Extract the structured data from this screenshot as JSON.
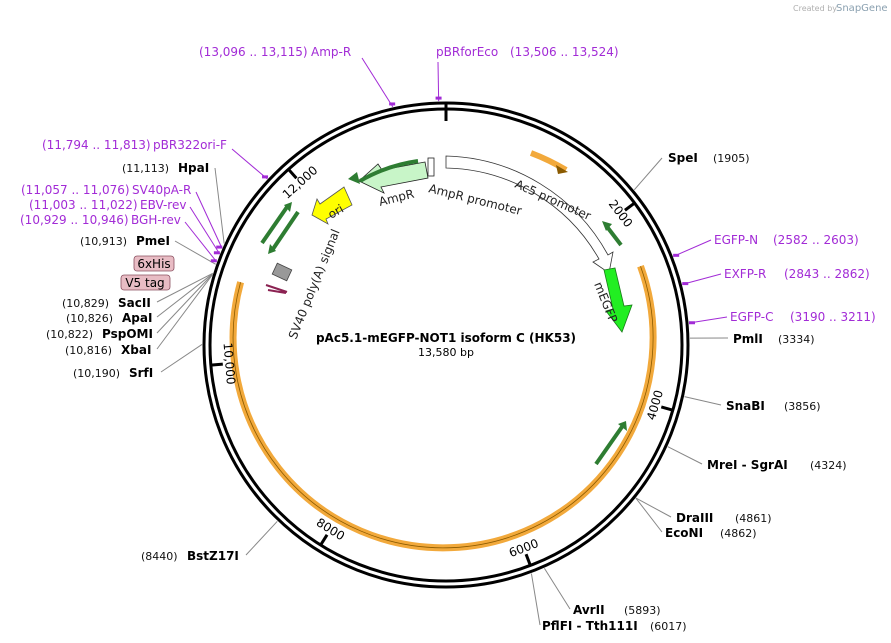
{
  "credit": {
    "prefix": "Created by",
    "brand": "SnapGene"
  },
  "plasmid": {
    "name": "pAc5.1-mEGFP-NOT1 isoform C (HK53)",
    "size_label": "13,580 bp",
    "length": 13580
  },
  "ticks": [
    {
      "pos": 2000,
      "label": "2000"
    },
    {
      "pos": 4000,
      "label": "4000"
    },
    {
      "pos": 6000,
      "label": "6000"
    },
    {
      "pos": 8000,
      "label": "8000"
    },
    {
      "pos": 10000,
      "label": "10,000"
    },
    {
      "pos": 12000,
      "label": "12,000"
    }
  ],
  "sites": [
    {
      "id": "spei",
      "name": "SpeI",
      "pos_label": "(1905)",
      "pos": 1905
    },
    {
      "id": "pmli",
      "name": "PmlI",
      "pos_label": "(3334)",
      "pos": 3334
    },
    {
      "id": "snabi",
      "name": "SnaBI",
      "pos_label": "(3856)",
      "pos": 3856
    },
    {
      "id": "mrei-sgrai",
      "name": "MreI  - SgrAI",
      "pos_label": "(4324)",
      "pos": 4324
    },
    {
      "id": "draiii",
      "name": "DraIII",
      "pos_label": "(4861)",
      "pos": 4861
    },
    {
      "id": "econi",
      "name": "EcoNI",
      "pos_label": "(4862)",
      "pos": 4862
    },
    {
      "id": "avrii",
      "name": "AvrII",
      "pos_label": "(5893)",
      "pos": 5893
    },
    {
      "id": "pflfi-tth111i",
      "name": "PflFI  - Tth111I",
      "pos_label": "(6017)",
      "pos": 6017
    },
    {
      "id": "bstz17i",
      "name": "BstZ17I",
      "pos_label": "(8440)",
      "pos": 8440
    },
    {
      "id": "srfi",
      "name": "SrfI",
      "pos_label": "(10,190)",
      "pos": 10190
    },
    {
      "id": "xbai",
      "name": "XbaI",
      "pos_label": "(10,816)",
      "pos": 10816
    },
    {
      "id": "pspomi",
      "name": "PspOMI",
      "pos_label": "(10,822)",
      "pos": 10822
    },
    {
      "id": "apai",
      "name": "ApaI",
      "pos_label": "(10,826)",
      "pos": 10826
    },
    {
      "id": "sacii",
      "name": "SacII",
      "pos_label": "(10,829)",
      "pos": 10829
    },
    {
      "id": "pmei",
      "name": "PmeI",
      "pos_label": "(10,913)",
      "pos": 10913
    },
    {
      "id": "hpai",
      "name": "HpaI",
      "pos_label": "(11,113)",
      "pos": 11113
    }
  ],
  "primers": [
    {
      "id": "amp-r",
      "name": "Amp-R",
      "range_label": "(13,096 .. 13,115)",
      "pos": 13105
    },
    {
      "id": "pbrforeco",
      "name": "pBRforEco",
      "range_label": "(13,506 .. 13,524)",
      "pos": 13515
    },
    {
      "id": "pbr322ori-f",
      "name": "pBR322ori-F",
      "range_label": "(11,794 .. 11,813)",
      "pos": 11803
    },
    {
      "id": "sv40pa-r",
      "name": "SV40pA-R",
      "range_label": "(11,057 .. 11,076)",
      "pos": 11066
    },
    {
      "id": "ebv-rev",
      "name": "EBV-rev",
      "range_label": "(11,003 .. 11,022)",
      "pos": 11012
    },
    {
      "id": "bgh-rev",
      "name": "BGH-rev",
      "range_label": "(10,929 .. 10,946)",
      "pos": 10937
    },
    {
      "id": "egfp-n",
      "name": "EGFP-N",
      "range_label": "(2582 .. 2603)",
      "pos": 2592
    },
    {
      "id": "exfp-r",
      "name": "EXFP-R",
      "range_label": "(2843 .. 2862)",
      "pos": 2852
    },
    {
      "id": "egfp-c",
      "name": "EGFP-C",
      "range_label": "(3190 .. 3211)",
      "pos": 3200
    }
  ],
  "tags": [
    {
      "id": "6xhis",
      "name": "6xHis"
    },
    {
      "id": "v5-tag",
      "name": "V5 tag"
    }
  ],
  "features": [
    {
      "id": "ac5-promoter",
      "name": "Ac5 promoter"
    },
    {
      "id": "ampr-promoter",
      "name": "AmpR promoter"
    },
    {
      "id": "ampr",
      "name": "AmpR"
    },
    {
      "id": "ori",
      "name": "ori"
    },
    {
      "id": "sv40-polya",
      "name": "SV40 poly(A) signal"
    },
    {
      "id": "megfp",
      "name": "mEGFP"
    }
  ],
  "colors": {
    "backbone": "#000000",
    "orf": "#f2a93b",
    "orf_arrow": "#4caf50",
    "primer": "#a22bd6",
    "megfp": "#22ee22",
    "ori": "#ffff00",
    "ampr": "#c8f5c8",
    "tag": "#e8bcc4"
  }
}
